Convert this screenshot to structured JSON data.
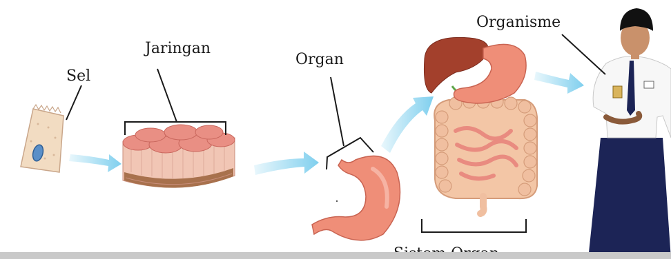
{
  "labels": {
    "cell": "Sel",
    "tissue": "Jaringan",
    "organ": "Organ",
    "organ_system": "Sistem Organ",
    "organism": "Organisme"
  },
  "colors": {
    "arrow": "#8fd6ef",
    "flesh": "#e8867a",
    "liver": "#a0402e",
    "uniform_shirt": "#ffffff",
    "uniform_skirt": "#1c2456"
  }
}
